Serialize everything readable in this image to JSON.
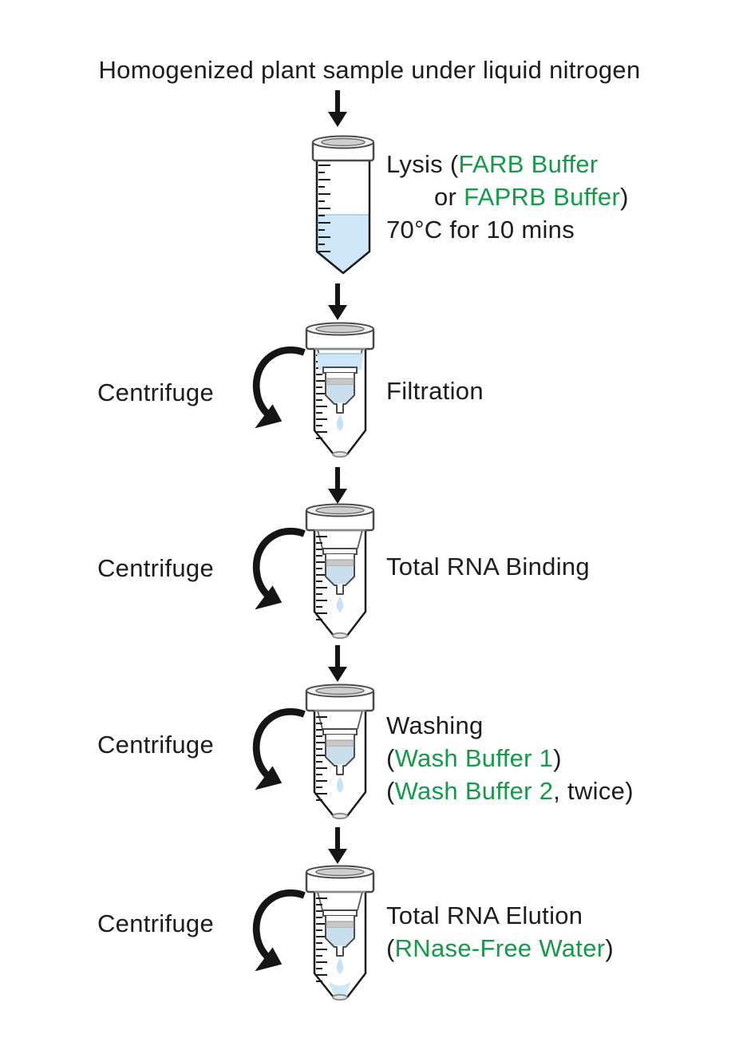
{
  "title": "Homogenized plant sample under liquid nitrogen",
  "centrifuge_label": "Centrifuge",
  "colors": {
    "accent_green": "#149A48",
    "text_black": "#1D1D1D",
    "liquid_blue": "#CDE7F8",
    "column_liquid_blue": "#C9DFED",
    "column_band_gray": "#C8C8C8"
  },
  "steps": {
    "lysis": {
      "line1_pre": "Lysis (",
      "line1_green": "FARB Buffer",
      "line2_pre": "or ",
      "line2_green": "FAPRB Buffer",
      "line2_post": ")",
      "line3": "70°C for 10 mins"
    },
    "filtration": {
      "label": "Filtration"
    },
    "binding": {
      "label": "Total RNA Binding"
    },
    "washing": {
      "line1": "Washing",
      "line2_pre": "(",
      "line2_green": "Wash Buffer 1",
      "line2_post": ")",
      "line3_pre": "(",
      "line3_green": "Wash Buffer 2",
      "line3_post": ", twice)"
    },
    "elution": {
      "line1": "Total RNA Elution",
      "line2_pre": "(",
      "line2_green": "RNase-Free Water",
      "line2_post": ")"
    }
  }
}
